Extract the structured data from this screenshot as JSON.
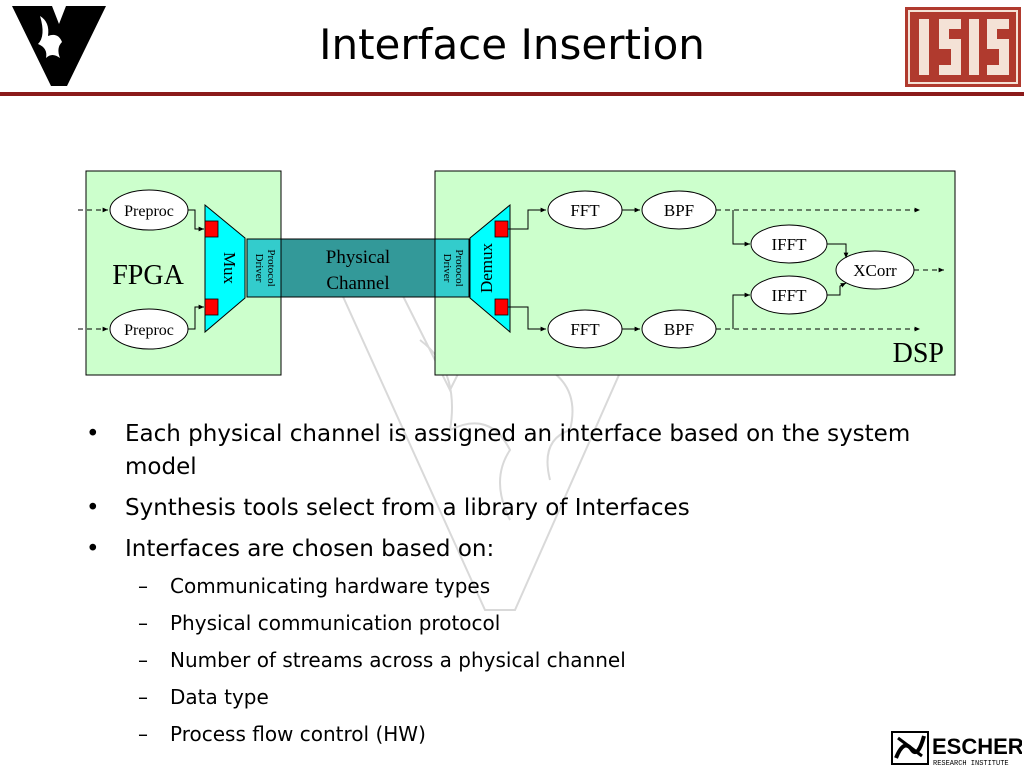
{
  "title": "Interface Insertion",
  "logos": {
    "left": "vanderbilt-v-logo",
    "right": "isis-logo",
    "footer": {
      "brand": "ESCHER",
      "tagline": "RESEARCH INSTITUTE"
    }
  },
  "colors": {
    "title_rule": "#8b1a1a",
    "fpga_box": "#ccffcc",
    "mux_fill": "#00ffff",
    "driver_fill": "#33cccc",
    "channel_fill": "#339999",
    "port_fill": "#ff0000"
  },
  "diagram": {
    "fpga_label": "FPGA",
    "dsp_label": "DSP",
    "preproc_top": "Preproc",
    "preproc_bottom": "Preproc",
    "mux_label": "Mux",
    "demux_label": "Demux",
    "left_driver": [
      "Protocol",
      "Driver"
    ],
    "right_driver": [
      "Protocol",
      "Driver"
    ],
    "channel_label": [
      "Physical",
      "Channel"
    ],
    "fft_top": "FFT",
    "bpf_top": "BPF",
    "fft_bottom": "FFT",
    "bpf_bottom": "BPF",
    "ifft_top": "IFFT",
    "ifft_bottom": "IFFT",
    "xcorr": "XCorr"
  },
  "bullets": [
    {
      "text": "Each physical channel is assigned an interface based on the system model"
    },
    {
      "text": "Synthesis tools select from a library of Interfaces"
    },
    {
      "text": "Interfaces are chosen based on:"
    }
  ],
  "sub_bullets": [
    "Communicating hardware types",
    "Physical communication protocol",
    "Number of streams across a physical channel",
    "Data type",
    "Process flow control (HW)"
  ],
  "bullet_glyph": "•",
  "sub_glyph": "–"
}
